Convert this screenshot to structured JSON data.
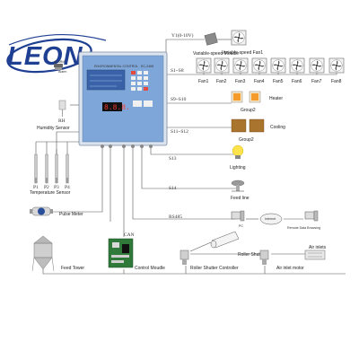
{
  "logo": {
    "text": "LEON",
    "alarm": "ALARM",
    "alarm_sub": "Alarm"
  },
  "controller": {
    "title": "ENVIRONMENTAL CONTROL",
    "model": "EC-2408",
    "display": "8.8.8."
  },
  "outputs": {
    "y1": "Y1(0-10V)",
    "vs_module": "Variable-speed Moudle",
    "vs_fan": "Variable-speed Fan1",
    "s1": "S1~S8",
    "fans": [
      "Fan1",
      "Fan2",
      "Fan3",
      "Fan4",
      "Fan5",
      "Fan6",
      "Fan7",
      "Fan8"
    ],
    "s9": "S9~S10",
    "heater": "Heater",
    "group2a": "Group2",
    "s11": "S11~S12",
    "cooling": "Cooling",
    "group2b": "Group2",
    "s13": "S13",
    "lighting": "Lighting",
    "s14": "S14",
    "feedline": "Feed line",
    "rs485": "RS485",
    "pc": "PC",
    "internet": "Internet",
    "remote": "Remote Data Browsing"
  },
  "inputs": {
    "rh": "RH",
    "humidity": "Humidity Sensor",
    "probes": [
      "P1",
      "P2",
      "P3",
      "P4"
    ],
    "temp": "Temperature Sensor",
    "pulse": "Pulse Meter",
    "feed_tower": "Feed Tower",
    "can": "CAN",
    "control_module": "Control Moudle",
    "roller_shutter": "Roller Shutter",
    "rs_controller": "Roller Shutter Controller",
    "air_inlets": "Air inlets",
    "air_inlet_motor": "Air inlet motor"
  },
  "colors": {
    "accent": "#1f3f93",
    "panel": "#7fa6d8",
    "screen": "#3a62a8",
    "wood": "#a8742e",
    "fan_blade": "#555555"
  }
}
